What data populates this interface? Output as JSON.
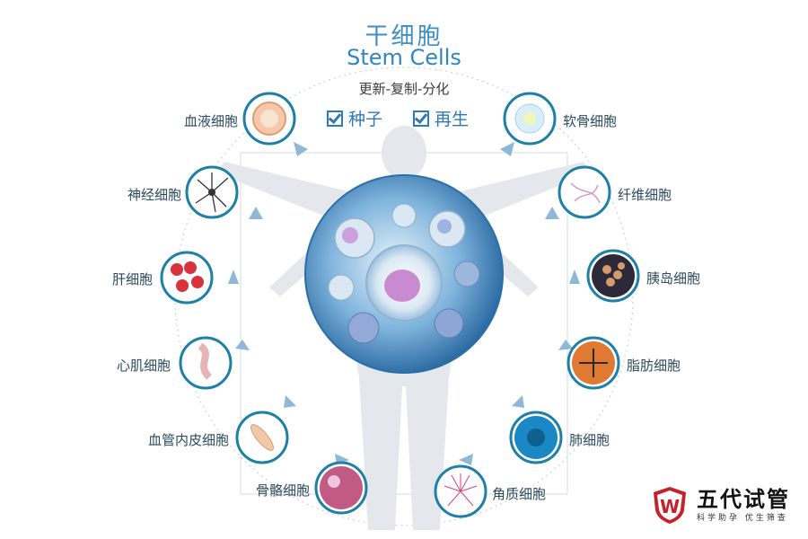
{
  "title_cn": "干细胞",
  "title_en": "Stem Cells",
  "subtitle": "更新-复制-分化",
  "checks": [
    {
      "label": "种子"
    },
    {
      "label": "再生"
    }
  ],
  "cells_left": [
    {
      "label": "血液细胞",
      "icon": "blood-cell-icon"
    },
    {
      "label": "神经细胞",
      "icon": "neuron-icon"
    },
    {
      "label": "肝细胞",
      "icon": "liver-cell-icon"
    },
    {
      "label": "心肌细胞",
      "icon": "cardiac-muscle-icon"
    },
    {
      "label": "血管内皮细胞",
      "icon": "endothelial-cell-icon"
    },
    {
      "label": "骨骼细胞",
      "icon": "bone-cell-icon"
    }
  ],
  "cells_right": [
    {
      "label": "软骨细胞",
      "icon": "cartilage-cell-icon"
    },
    {
      "label": "纤维细胞",
      "icon": "fibrocyte-icon"
    },
    {
      "label": "胰岛细胞",
      "icon": "islet-cell-icon"
    },
    {
      "label": "脂肪细胞",
      "icon": "fat-cell-icon"
    },
    {
      "label": "肺细胞",
      "icon": "lung-cell-icon"
    },
    {
      "label": "角质细胞",
      "icon": "keratinocyte-icon"
    }
  ],
  "logo": {
    "name": "五代试管",
    "tagline": "科学助孕 优生筛查",
    "badge_letter": "W",
    "color": "#c8202a"
  },
  "colors": {
    "accent": "#2f86c0",
    "ring": "#1f7fa9",
    "arrow": "#8fb7d6"
  }
}
